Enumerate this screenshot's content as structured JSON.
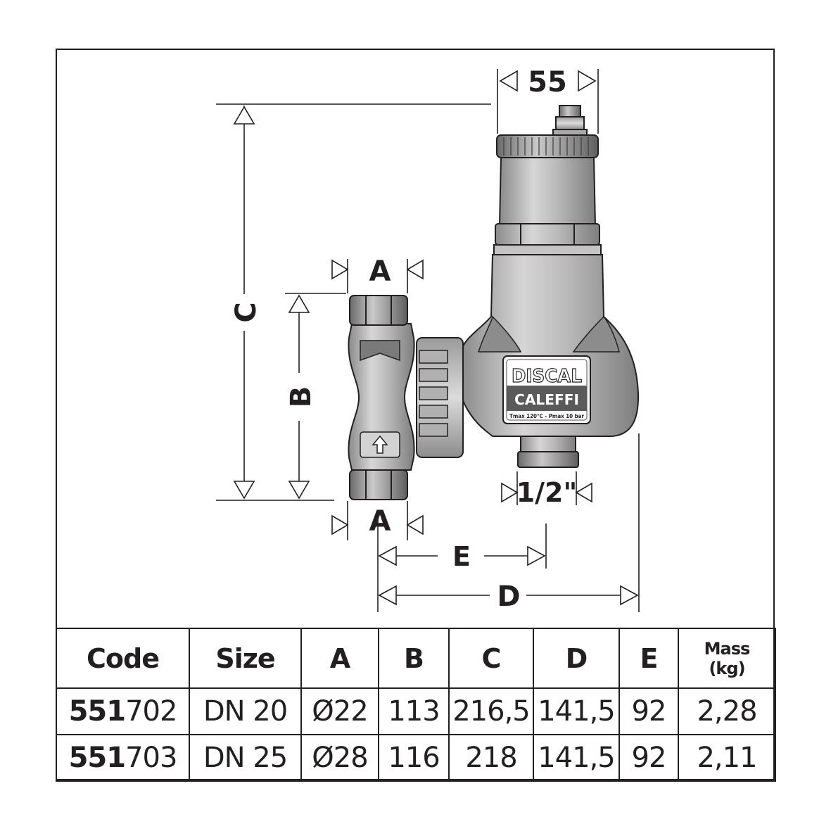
{
  "dimensions": {
    "top_width": "55",
    "overall_height": "C",
    "connection_spacing": "B",
    "connection_top": "A",
    "connection_bottom": "A",
    "drain": "1/2\"",
    "axis_to_drain": "E",
    "overall_depth": "D"
  },
  "label": {
    "brand_top": "DISCAL",
    "brand": "CALEFFI",
    "rating": "Tmax 120°C - Pmax 10 bar"
  },
  "table": {
    "headers": [
      "Code",
      "Size",
      "A",
      "B",
      "C",
      "D",
      "E",
      "Mass (kg)"
    ],
    "rows": [
      {
        "code_prefix": "551",
        "code_suffix": "702",
        "size": "DN 20",
        "a": "Ø22",
        "b": "113",
        "c": "216,5",
        "d": "141,5",
        "e": "92",
        "mass": "2,28"
      },
      {
        "code_prefix": "551",
        "code_suffix": "703",
        "size": "DN 25",
        "a": "Ø28",
        "b": "116",
        "c": "218",
        "d": "141,5",
        "e": "92",
        "mass": "2,11"
      }
    ]
  }
}
